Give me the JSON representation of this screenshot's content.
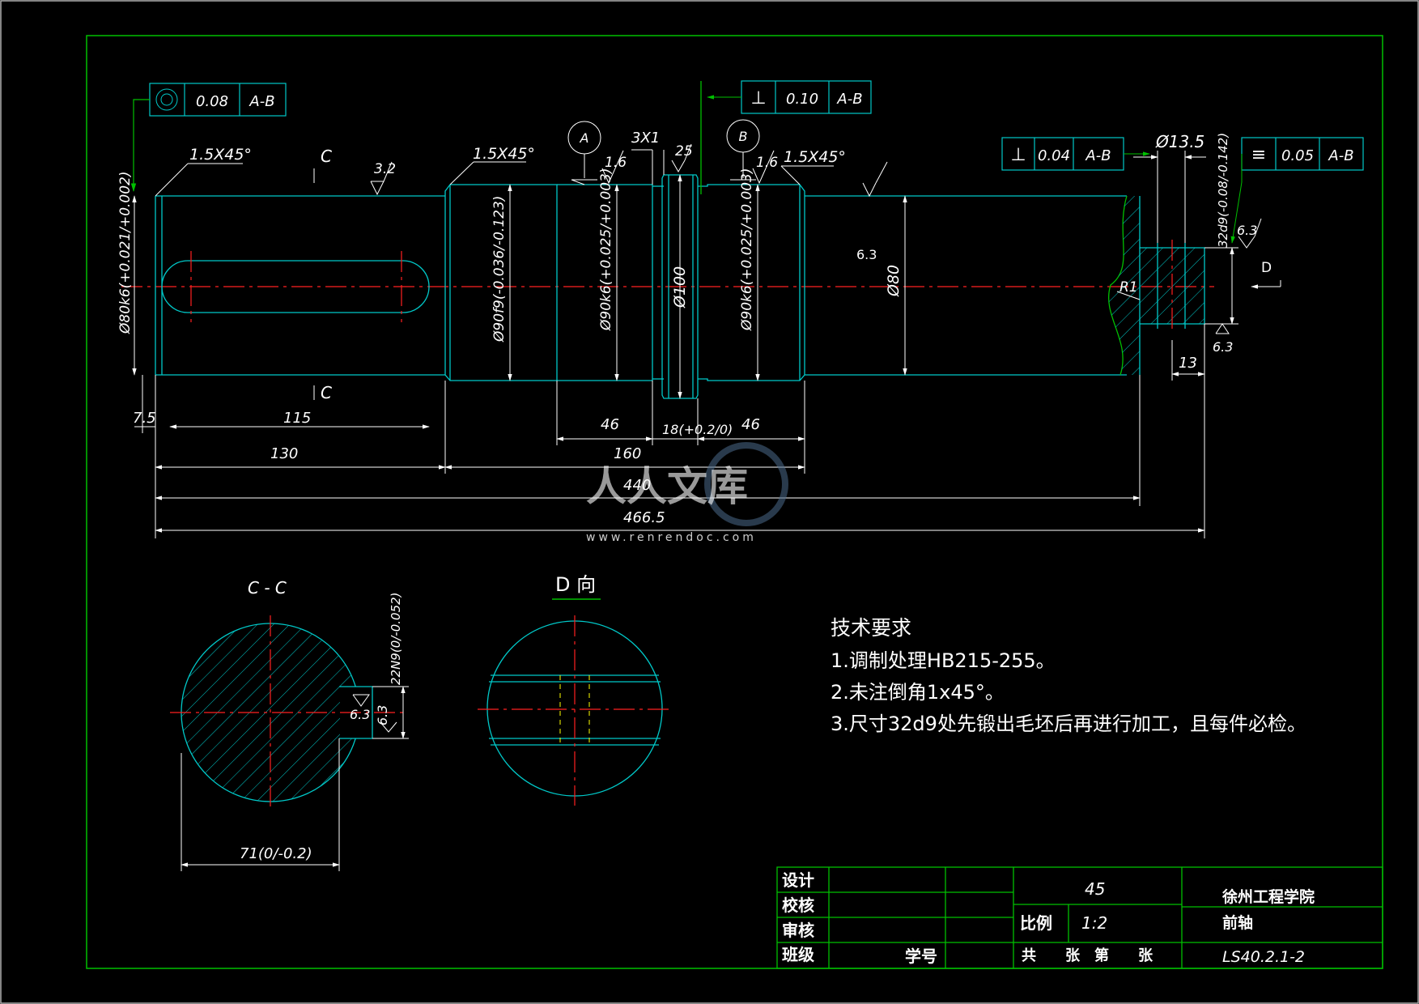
{
  "colors": {
    "background": "#000000",
    "frame": "#00c000",
    "outline": "#00c8c8",
    "centerline": "#ff2020",
    "dimension": "#ffffff",
    "leader": "#00c000",
    "hidden": "#ffff00"
  },
  "gdt": {
    "top_left": {
      "symbol": "◎",
      "value": "0.08",
      "datum": "A-B"
    },
    "top_center": {
      "symbol": "⊥",
      "value": "0.10",
      "datum": "A-B"
    },
    "right_perp": {
      "symbol": "⊥",
      "value": "0.04",
      "datum": "A-B"
    },
    "right_sym": {
      "symbol": "≡",
      "value": "0.05",
      "datum": "A-B"
    }
  },
  "datums": {
    "a": "A",
    "b": "B"
  },
  "main_view": {
    "chamfer_left": "1.5X45°",
    "chamfer_mid": "1.5X45°",
    "chamfer_right": "1.5X45°",
    "section_mark": "C",
    "roughness_1": "3.2",
    "roughness_2": "1.6",
    "roughness_3": "25",
    "roughness_4": "1.6",
    "roughness_5": "6.3",
    "roughness_6": "6.3",
    "roughness_7": "6.3",
    "groove": "3X1",
    "dia_left": "Ø80k6(+0.021/+0.002)",
    "dia_90f9": "Ø90f9(-0.036/-0.123)",
    "dia_90k6_a": "Ø90k6(+0.025/+0.003)",
    "dia_100": "Ø100",
    "dia_90k6_b": "Ø90k6(+0.025/+0.003)",
    "dia_80": "Ø80",
    "dia_135": "Ø13.5",
    "width_32d9": "32d9(-0.08/-0.142)",
    "radius": "R1",
    "view_arrow": "D",
    "len_7_5": "7.5",
    "len_115": "115",
    "len_46a": "46",
    "len_18": "18(+0.2/0)",
    "len_46b": "46",
    "len_13": "13",
    "len_130": "130",
    "len_160": "160",
    "len_440": "440",
    "len_466_5": "466.5"
  },
  "section_cc": {
    "title": "C - C",
    "keyway": "22N9(0/-0.052)",
    "width": "71(0/-0.2)",
    "roughness_a": "6.3",
    "roughness_b": "6.3"
  },
  "view_d": {
    "title": "D 向"
  },
  "watermark": {
    "text": "人人文库",
    "url": "www.renrendoc.com"
  },
  "tech_requirements": {
    "title": "技术要求",
    "items": [
      "1.调制处理HB215-255。",
      "2.未注倒角1x45°。",
      "3.尺寸32d9处先锻出毛坯后再进行加工，且每件必检。"
    ]
  },
  "title_block": {
    "design": "设计",
    "check": "校核",
    "review": "审核",
    "class": "班级",
    "student_id": "学号",
    "material": "45",
    "scale_label": "比例",
    "scale": "1:2",
    "sheets": "共　　张　第　　张",
    "school": "徐州工程学院",
    "part_name": "前轴",
    "drawing_no": "LS40.2.1-2"
  }
}
